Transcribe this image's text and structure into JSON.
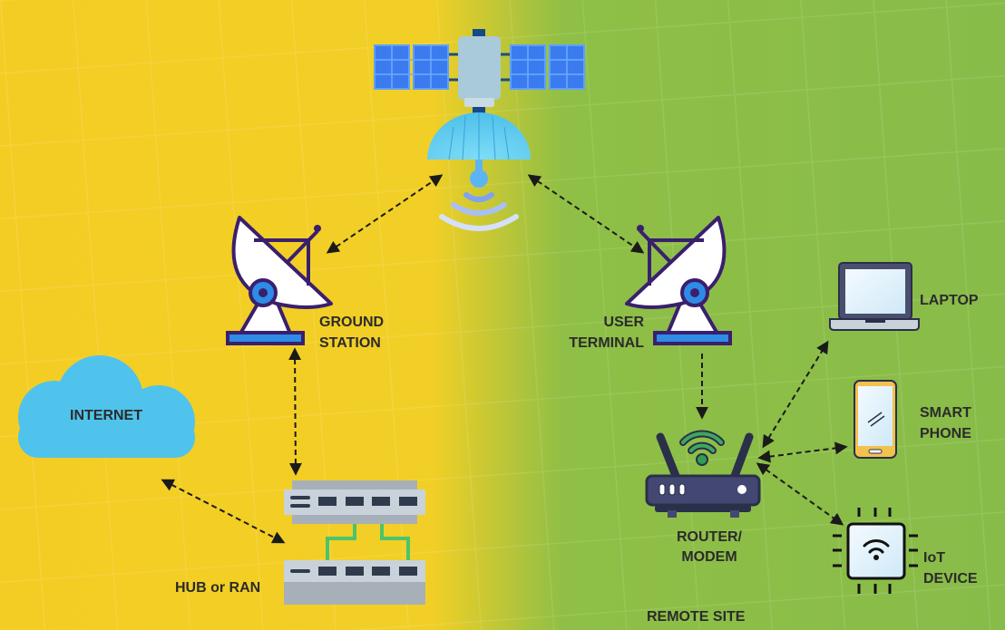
{
  "nodes": {
    "satellite": {
      "icon": "satellite-icon"
    },
    "ground_station": {
      "label_line1": "GROUND",
      "label_line2": "STATION",
      "icon": "satellite-dish-icon"
    },
    "user_terminal": {
      "label_line1": "USER",
      "label_line2": "TERMINAL",
      "icon": "satellite-dish-icon"
    },
    "internet": {
      "label": "INTERNET",
      "icon": "cloud-icon"
    },
    "hub": {
      "label": "HUB or RAN",
      "icon": "network-switch-icon"
    },
    "router": {
      "label_line1": "ROUTER/",
      "label_line2": "MODEM",
      "icon": "router-icon"
    },
    "laptop": {
      "label": "LAPTOP",
      "icon": "laptop-icon"
    },
    "phone": {
      "label_line1": "SMART",
      "label_line2": "PHONE",
      "icon": "smartphone-icon"
    },
    "iot": {
      "label_line1": "IoT",
      "label_line2": "DEVICE",
      "icon": "chip-icon"
    }
  },
  "region_label": "REMOTE SITE",
  "colors": {
    "left_bg": "#F4CD24",
    "right_bg": "#8BBE48",
    "solar_panel": "#3B7BF0",
    "dish_outline": "#3A1F6E",
    "dish_accent": "#2E8BE6",
    "cloud": "#4FC3EC",
    "router": "#434873",
    "wifi_green": "#2E9E4F",
    "hub_cable": "#4CC46A"
  }
}
